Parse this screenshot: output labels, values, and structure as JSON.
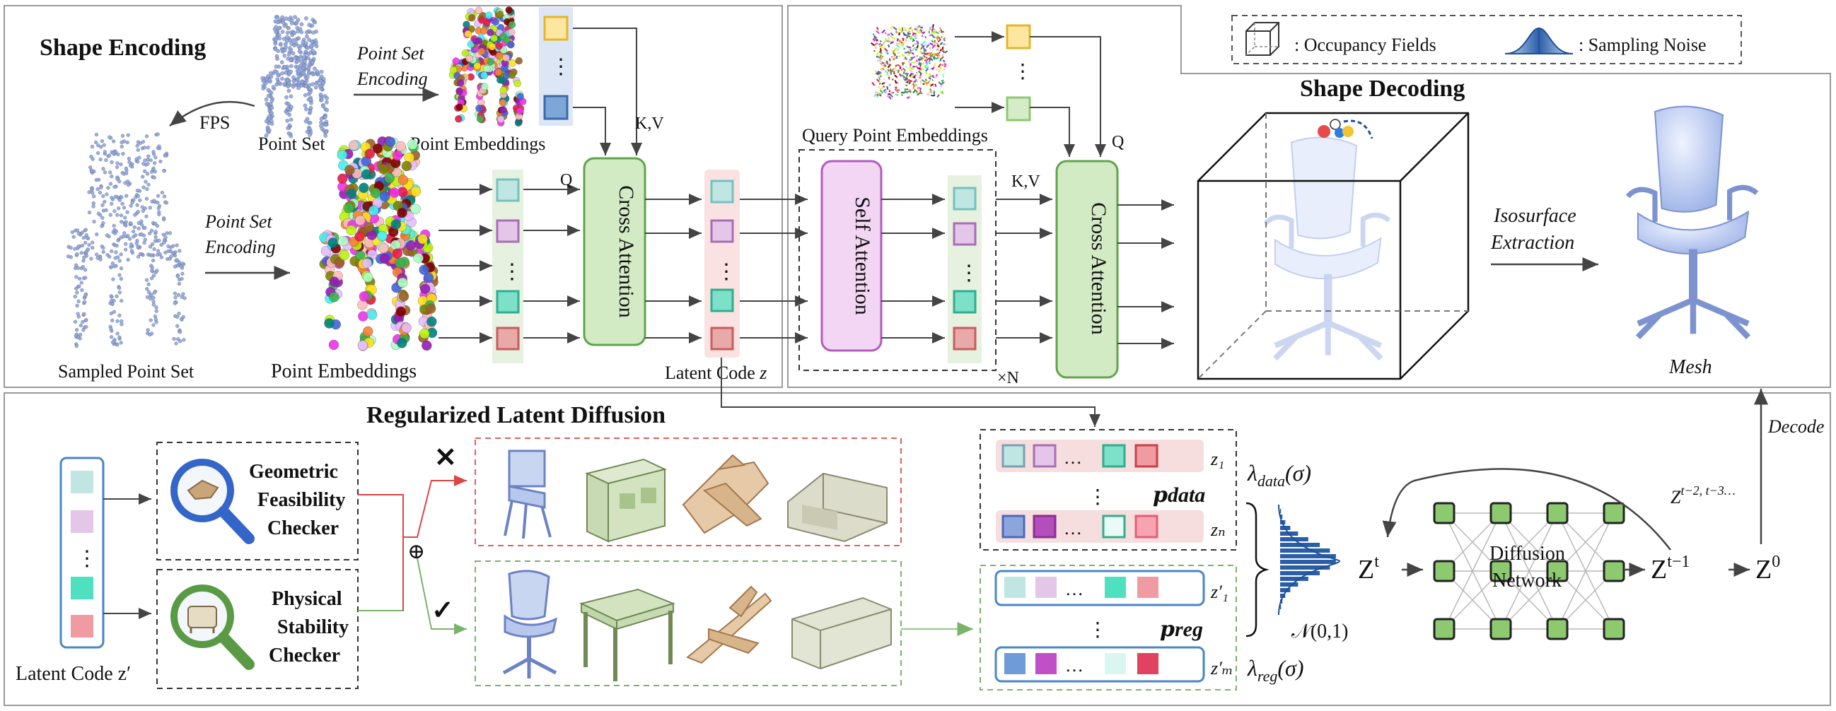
{
  "legend": {
    "occupancy_label": ": Occupancy Fields",
    "noise_label": ": Sampling Noise"
  },
  "encoding": {
    "title": "Shape Encoding",
    "point_set": "Point Set",
    "fps": "FPS",
    "point_set_encoding_1": "Point Set",
    "point_set_encoding_2": "Encoding",
    "point_embeddings_top": "Point Embeddings",
    "point_set_encoding_b1": "Point Set",
    "point_set_encoding_b2": "Encoding",
    "sampled_point_set": "Sampled Point Set",
    "point_embeddings_bottom": "Point Embeddings",
    "kv_label": "K,V",
    "q_label": "Q",
    "cross_attention": "Cross Attention",
    "latent_code": "Latent Code",
    "latent_code_var": "z",
    "dots": "⋮"
  },
  "decoding": {
    "title": "Shape Decoding",
    "query_embeddings": "Query Point Embeddings",
    "self_attention": "Self Attention",
    "kv_label": "K,V",
    "q_label": "Q",
    "cross_attention": "Cross Attention",
    "times_n": "×N",
    "iso_1": "Isosurface",
    "iso_2": "Extraction",
    "mesh": "Mesh"
  },
  "diffusion": {
    "title": "Regularized Latent Diffusion",
    "latent_code_prime": "Latent Code z′",
    "geo_1": "Geometric",
    "geo_2": "Feasibility",
    "geo_3": "Checker",
    "phys_1": "Physical",
    "phys_2": "Stability",
    "phys_3": "Checker",
    "oplus": "⊕",
    "cross_mark": "✕",
    "check_mark": "✓",
    "z1": "z₁",
    "zn": "zₙ",
    "z1p": "z′₁",
    "zmp": "z′ₘ",
    "p_data": "𝒑data",
    "p_reg": "𝒑reg",
    "lambda_data": "λdata(σ)",
    "lambda_reg": "λreg(σ)",
    "normal": "𝒩(0,1)",
    "zt": "Zᵗ",
    "zt1": "Zᵗ⁻¹",
    "z0": "Z⁰",
    "z_prev": "Zᵗ⁻²,ᵗ⁻³…",
    "network_1": "Diffusion",
    "network_2": "Network",
    "decode": "Decode",
    "ellipsis": "…"
  },
  "colors": {
    "cross_attn_fill": "#d3ebc4",
    "cross_attn_stroke": "#5fa54a",
    "self_attn_fill": "#f2d6f3",
    "self_attn_stroke": "#b25bc0",
    "token_col_bg": "#e6f1df",
    "latent_col_bg": "#fbe2e2",
    "network_node": "#8cc96f",
    "reject_red": "#e45d5d",
    "accept_green": "#6fb25a"
  }
}
